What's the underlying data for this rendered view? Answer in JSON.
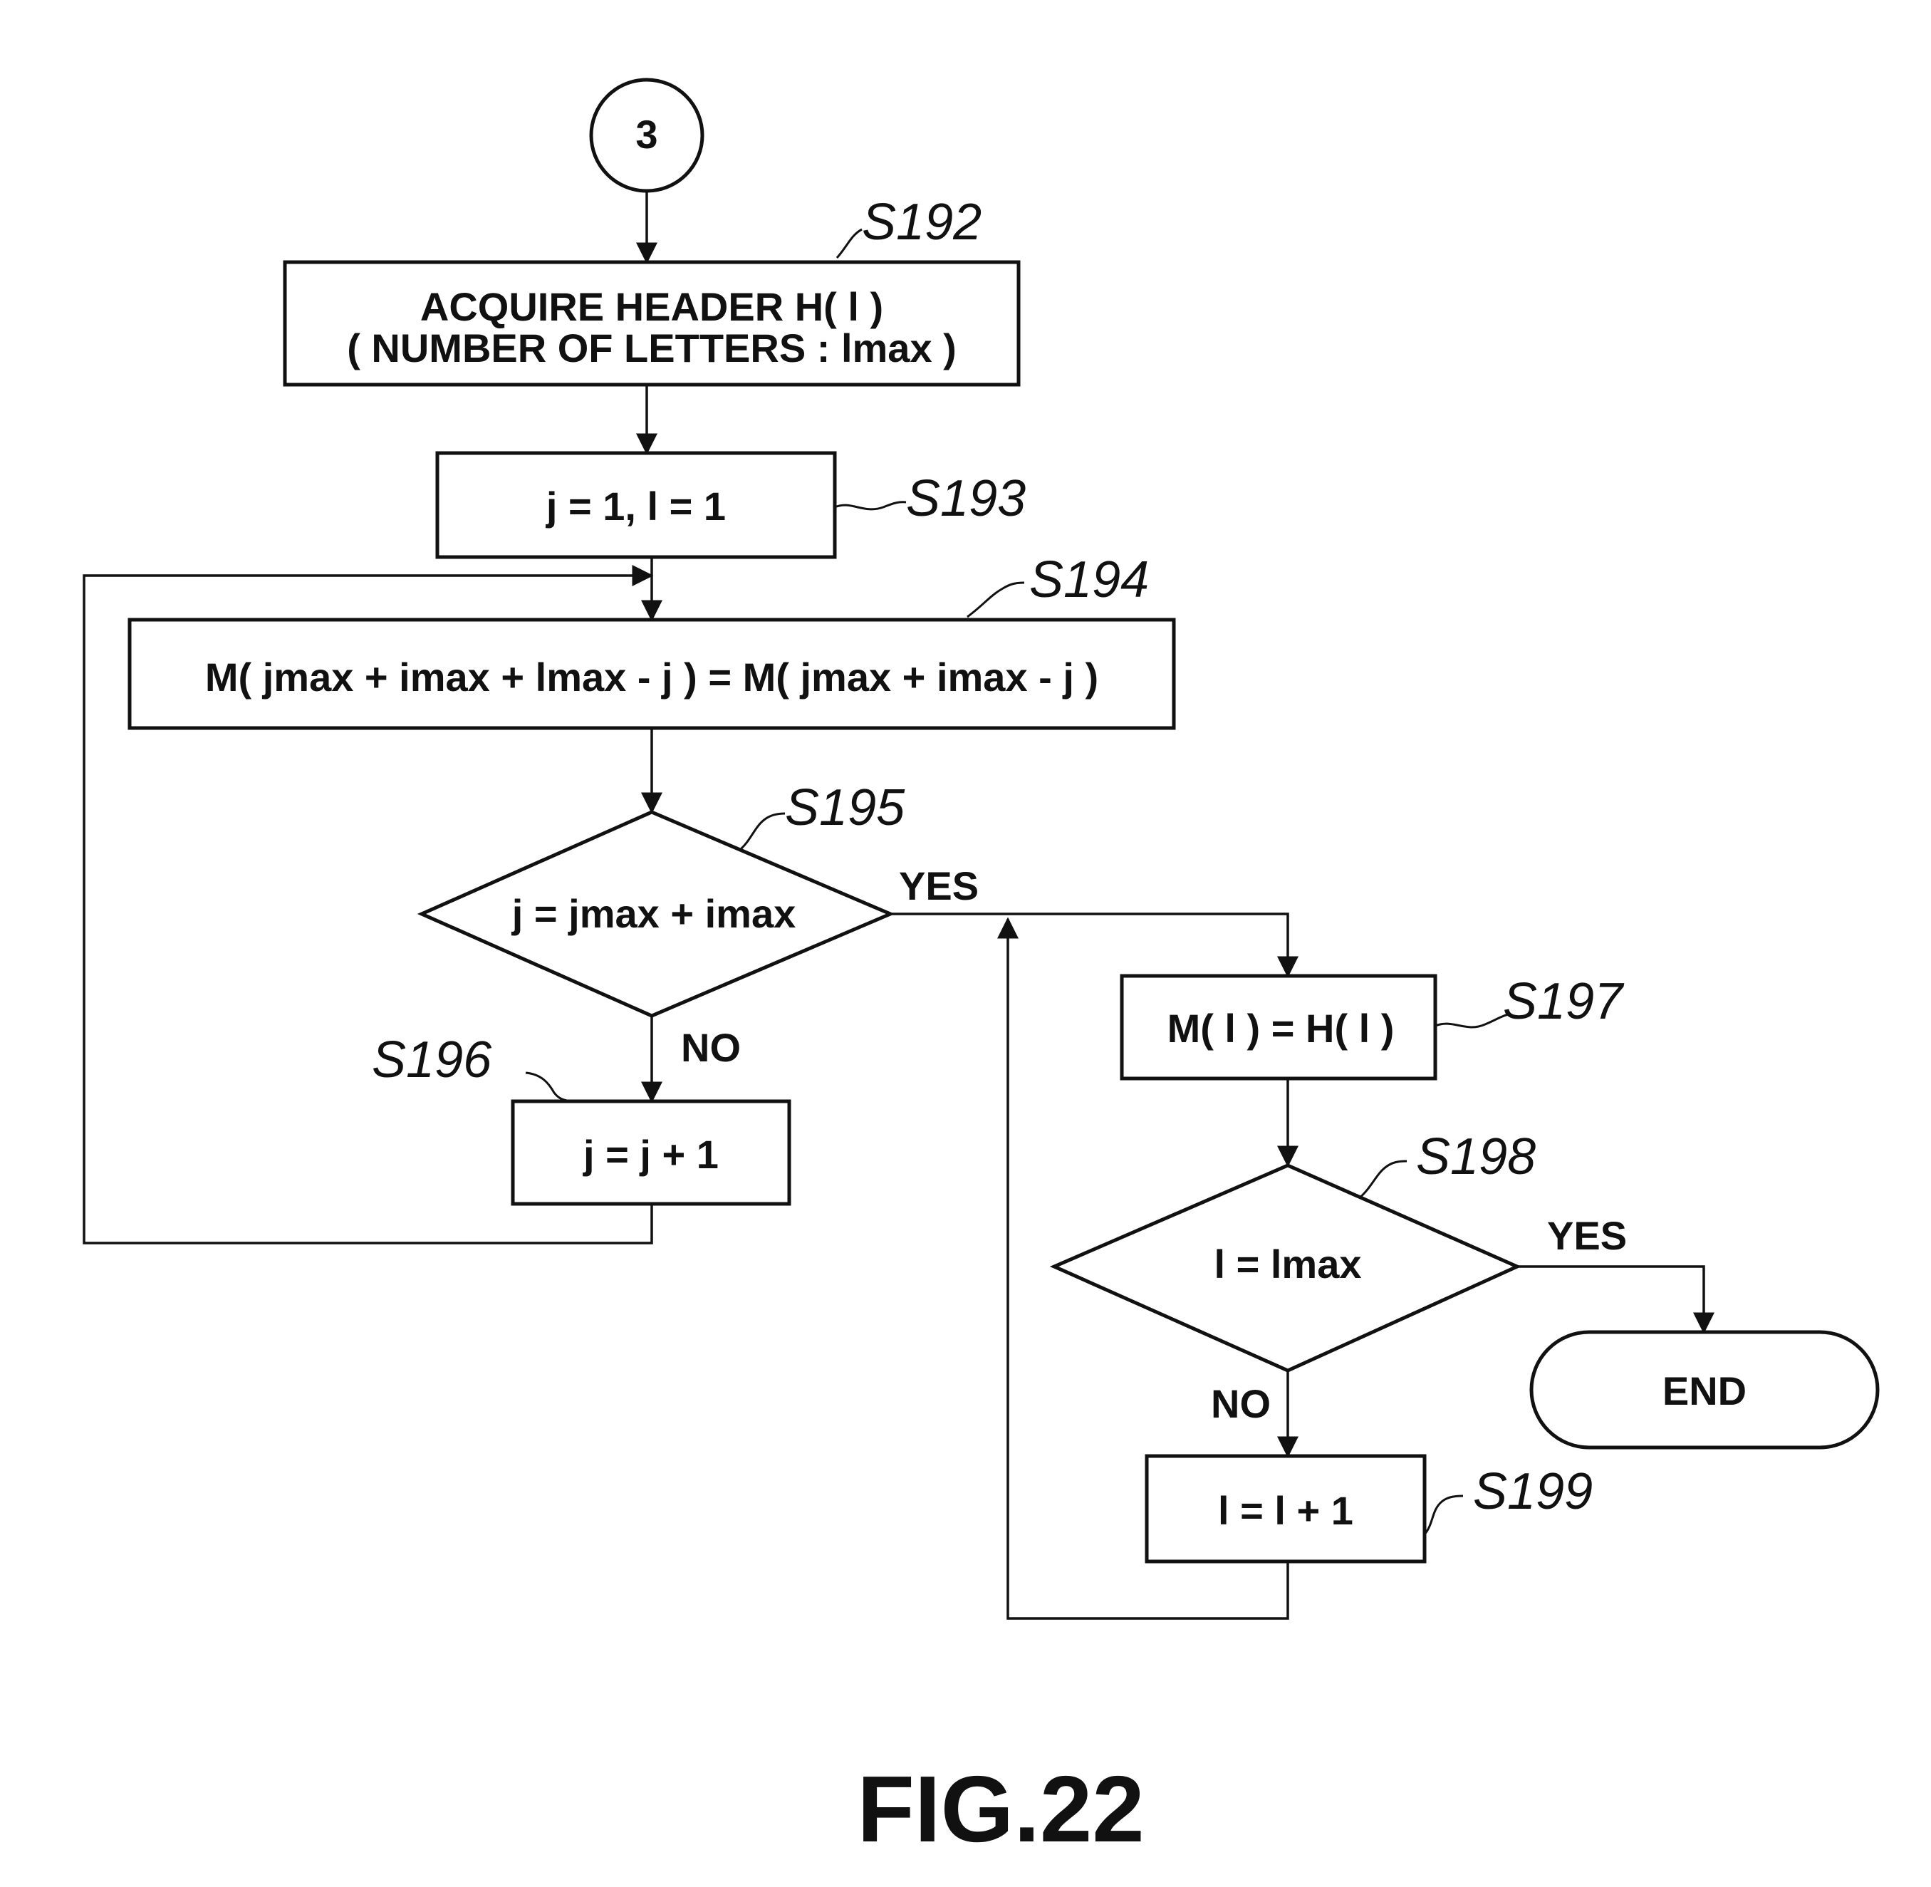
{
  "connector": {
    "label": "3"
  },
  "steps": {
    "s192": {
      "id": "S192",
      "line1": "ACQUIRE HEADER H( l )",
      "line2": "( NUMBER OF LETTERS : lmax )"
    },
    "s193": {
      "id": "S193",
      "text": "j = 1, l = 1"
    },
    "s194": {
      "id": "S194",
      "text": "M( jmax + imax + lmax - j ) = M( jmax + imax - j )"
    },
    "s195": {
      "id": "S195",
      "text": "j = jmax + imax"
    },
    "s196": {
      "id": "S196",
      "text": "j = j + 1"
    },
    "s197": {
      "id": "S197",
      "text": "M( l ) = H( l )"
    },
    "s198": {
      "id": "S198",
      "text": "l = lmax"
    },
    "s199": {
      "id": "S199",
      "text": "l = l + 1"
    }
  },
  "branches": {
    "s195_yes": "YES",
    "s195_no": "NO",
    "s198_yes": "YES",
    "s198_no": "NO"
  },
  "terminal": {
    "end": "END"
  },
  "figure": {
    "title": "FIG.22"
  }
}
